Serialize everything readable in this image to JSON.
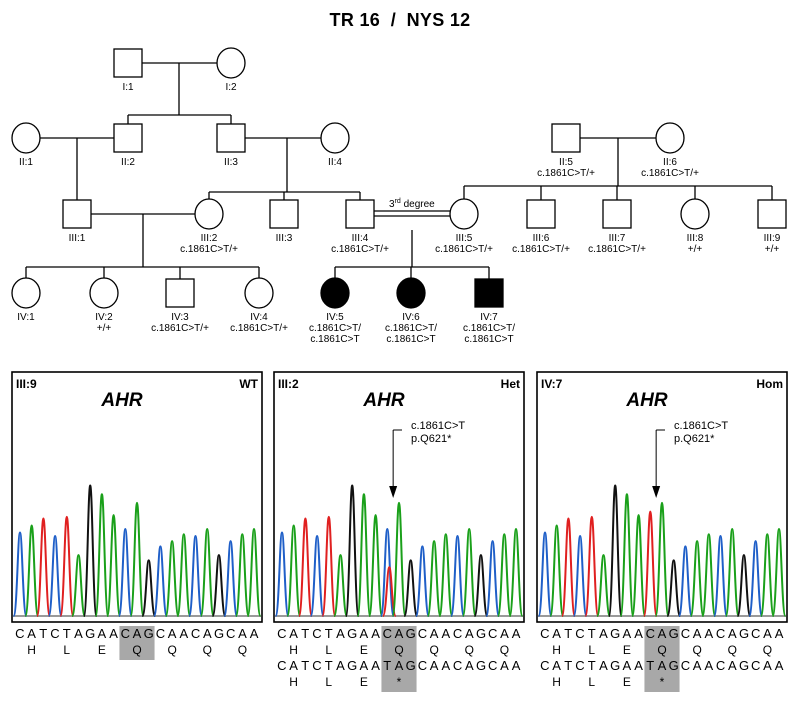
{
  "title": {
    "left": "TR 16",
    "sep": "/",
    "right": "NYS 12"
  },
  "pedigree": {
    "individuals": [
      {
        "id": "I:1",
        "sex": "male",
        "affected": false,
        "genotype": ""
      },
      {
        "id": "I:2",
        "sex": "female",
        "affected": false,
        "genotype": ""
      },
      {
        "id": "II:1",
        "sex": "female",
        "affected": false,
        "genotype": ""
      },
      {
        "id": "II:2",
        "sex": "male",
        "affected": false,
        "genotype": ""
      },
      {
        "id": "II:3",
        "sex": "male",
        "affected": false,
        "genotype": ""
      },
      {
        "id": "II:4",
        "sex": "female",
        "affected": false,
        "genotype": ""
      },
      {
        "id": "II:5",
        "sex": "male",
        "affected": false,
        "genotype": "c.1861C>T/+"
      },
      {
        "id": "II:6",
        "sex": "female",
        "affected": false,
        "genotype": "c.1861C>T/+"
      },
      {
        "id": "III:1",
        "sex": "male",
        "affected": false,
        "genotype": ""
      },
      {
        "id": "III:2",
        "sex": "female",
        "affected": false,
        "genotype": "c.1861C>T/+"
      },
      {
        "id": "III:3",
        "sex": "male",
        "affected": false,
        "genotype": ""
      },
      {
        "id": "III:4",
        "sex": "male",
        "affected": false,
        "genotype": "c.1861C>T/+"
      },
      {
        "id": "III:5",
        "sex": "female",
        "affected": false,
        "genotype": "c.1861C>T/+"
      },
      {
        "id": "III:6",
        "sex": "male",
        "affected": false,
        "genotype": "c.1861C>T/+"
      },
      {
        "id": "III:7",
        "sex": "male",
        "affected": false,
        "genotype": "c.1861C>T/+"
      },
      {
        "id": "III:8",
        "sex": "female",
        "affected": false,
        "genotype": "+/+"
      },
      {
        "id": "III:9",
        "sex": "male",
        "affected": false,
        "genotype": "+/+"
      },
      {
        "id": "IV:1",
        "sex": "female",
        "affected": false,
        "genotype": ""
      },
      {
        "id": "IV:2",
        "sex": "female",
        "affected": false,
        "genotype": "+/+"
      },
      {
        "id": "IV:3",
        "sex": "male",
        "affected": false,
        "genotype": "c.1861C>T/+"
      },
      {
        "id": "IV:4",
        "sex": "female",
        "affected": false,
        "genotype": "c.1861C>T/+"
      },
      {
        "id": "IV:5",
        "sex": "female",
        "affected": true,
        "genotype": "c.1861C>T/",
        "genotype2": "c.1861C>T"
      },
      {
        "id": "IV:6",
        "sex": "female",
        "affected": true,
        "genotype": "c.1861C>T/",
        "genotype2": "c.1861C>T"
      },
      {
        "id": "IV:7",
        "sex": "male",
        "affected": true,
        "genotype": "c.1861C>T/",
        "genotype2": "c.1861C>T"
      }
    ],
    "consanguinity_label_pre": "3",
    "consanguinity_label_sup": "rd",
    "consanguinity_label_post": " degree"
  },
  "panels": [
    {
      "sample": "III:9",
      "gene": "AHR",
      "status": "WT",
      "mutation_label": "",
      "protein_label": "",
      "seq_ref": [
        "C",
        "A",
        "T",
        "C",
        "T",
        "A",
        "G",
        "A",
        "A",
        "C",
        "A",
        "G",
        "C",
        "A",
        "A",
        "C",
        "A",
        "G",
        "C",
        "A",
        "A"
      ],
      "aa_ref": [
        "H",
        "L",
        "E",
        "Q",
        "Q",
        "Q",
        "Q"
      ],
      "seq_alt": [],
      "aa_alt": []
    },
    {
      "sample": "III:2",
      "gene": "AHR",
      "status": "Het",
      "mutation_label": "c.1861C>T",
      "protein_label": "p.Q621*",
      "seq_ref": [
        "C",
        "A",
        "T",
        "C",
        "T",
        "A",
        "G",
        "A",
        "A",
        "C",
        "A",
        "G",
        "C",
        "A",
        "A",
        "C",
        "A",
        "G",
        "C",
        "A",
        "A"
      ],
      "aa_ref": [
        "H",
        "L",
        "E",
        "Q",
        "Q",
        "Q",
        "Q"
      ],
      "seq_alt": [
        "C",
        "A",
        "T",
        "C",
        "T",
        "A",
        "G",
        "A",
        "A",
        "T",
        "A",
        "G",
        "C",
        "A",
        "A",
        "C",
        "A",
        "G",
        "C",
        "A",
        "A"
      ],
      "aa_alt": [
        "H",
        "L",
        "E",
        "*"
      ]
    },
    {
      "sample": "IV:7",
      "gene": "AHR",
      "status": "Hom",
      "mutation_label": "c.1861C>T",
      "protein_label": "p.Q621*",
      "seq_ref": [
        "C",
        "A",
        "T",
        "C",
        "T",
        "A",
        "G",
        "A",
        "A",
        "C",
        "A",
        "G",
        "C",
        "A",
        "A",
        "C",
        "A",
        "G",
        "C",
        "A",
        "A"
      ],
      "aa_ref": [
        "H",
        "L",
        "E",
        "Q",
        "Q",
        "Q",
        "Q"
      ],
      "seq_alt": [
        "C",
        "A",
        "T",
        "C",
        "T",
        "A",
        "G",
        "A",
        "A",
        "T",
        "A",
        "G",
        "C",
        "A",
        "A",
        "C",
        "A",
        "G",
        "C",
        "A",
        "A"
      ],
      "aa_alt": [
        "H",
        "L",
        "E",
        "*"
      ]
    }
  ],
  "colors": {
    "A": "#1aa01a",
    "C": "#1f5fc8",
    "G": "#111111",
    "T": "#e02020",
    "highlight": "#a8a8a8"
  }
}
